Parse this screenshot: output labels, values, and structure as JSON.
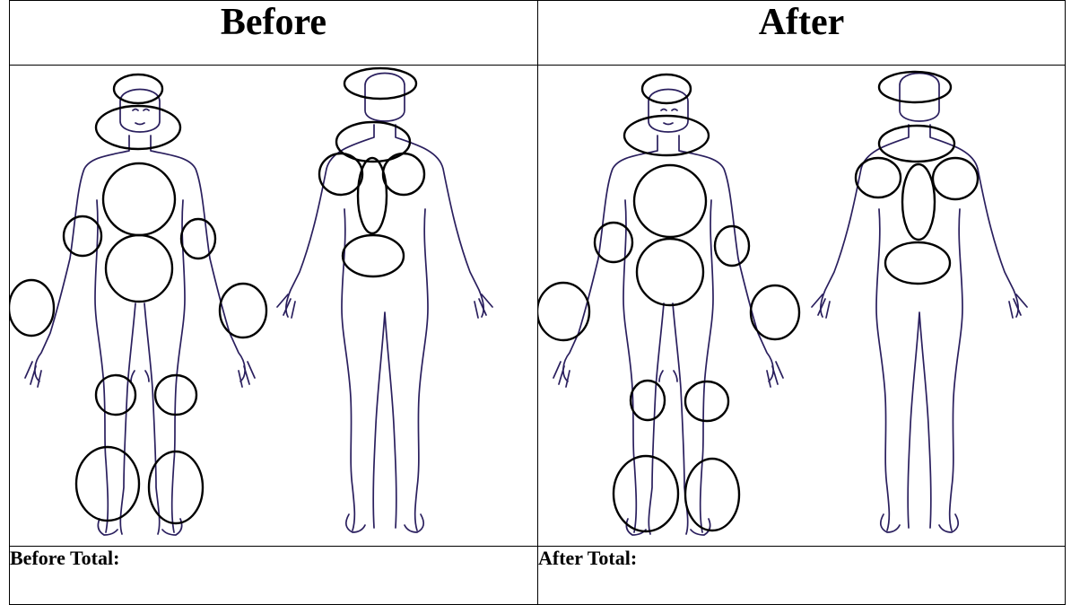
{
  "panels": [
    {
      "key": "before",
      "header": "Before",
      "total_label": "Before Total:"
    },
    {
      "key": "after",
      "header": "After",
      "total_label": "After Total:"
    }
  ],
  "colors": {
    "figure_outline": "#2a1f5e",
    "pain_zone_outline": "#000000",
    "border": "#000000"
  },
  "figures": [
    "front-view",
    "back-view"
  ],
  "front_zones": [
    "head",
    "neck",
    "chest",
    "abdomen",
    "right-elbow",
    "left-elbow",
    "right-hand",
    "left-hand",
    "right-knee",
    "left-knee",
    "right-foot",
    "left-foot"
  ],
  "back_zones": [
    "head",
    "neck",
    "right-shoulder",
    "left-shoulder",
    "spine",
    "lower-back"
  ]
}
